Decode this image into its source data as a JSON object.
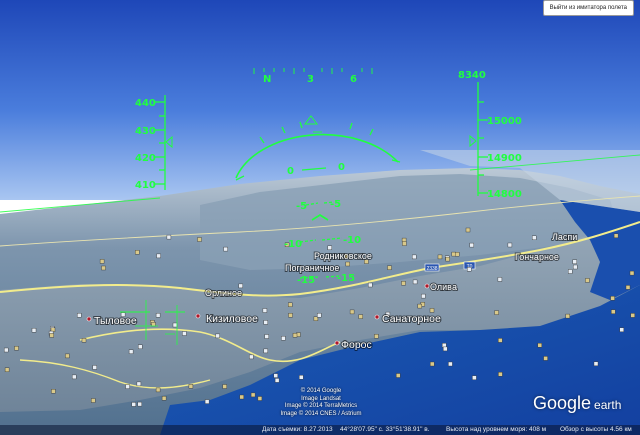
{
  "window": {
    "exit_button_label": "Выйти из имитатора полета"
  },
  "hud": {
    "heading_labels": [
      "N",
      "3",
      "6"
    ],
    "speed_scale": [
      "440",
      "430",
      "420",
      "410"
    ],
    "altitude_scale": [
      "8340",
      "15000",
      "14900",
      "14800"
    ],
    "pitch_center": [
      "0",
      "0"
    ],
    "pitch_ladder": [
      [
        "-5",
        "-5"
      ],
      [
        "-10",
        "-10"
      ],
      [
        "-15",
        "-15"
      ]
    ],
    "hud_color": "#20ff40"
  },
  "map": {
    "places_large": [
      "Тыловое",
      "Кизиловое",
      "Санаторное",
      "Форос",
      "Оливa"
    ],
    "places_small": [
      "Орлиное",
      "Пограничное",
      "Родниковское",
      "Гончарное",
      "Ласпи"
    ],
    "road_shields": [
      "2338",
      "Т0"
    ]
  },
  "copyright": [
    "© 2014 Google",
    "Image Landsat",
    "Image © 2014 TerraMetrics",
    "Image © 2014 CNES / Astrium"
  ],
  "logo": {
    "brand": "Google",
    "product": "earth"
  },
  "status_bar": {
    "date_label": "Дата съемки: 8.27.2013",
    "coordinates": "44°28'07.95\" с.  33°51'38.91\" в.",
    "elevation": "Высота над уровнем моря:   408 м",
    "eye_altitude": "Обзор с высоты   4.56 км"
  }
}
